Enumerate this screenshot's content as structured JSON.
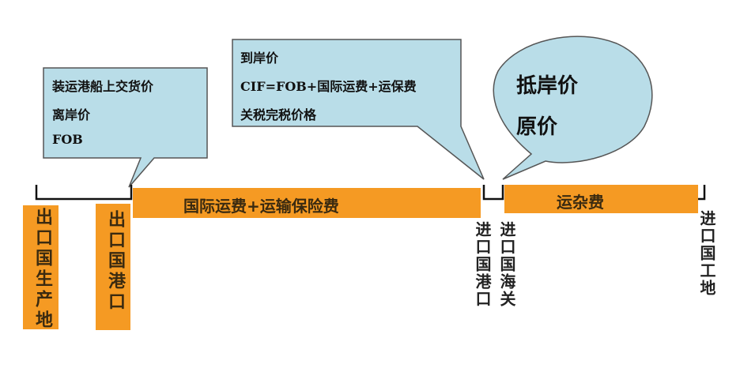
{
  "callouts": {
    "export_port": {
      "line1": "装运港船上交货价",
      "line2": "离岸价",
      "line3": "FOB"
    },
    "import_port": {
      "line1": "到岸价",
      "line2": "CIF=FOB+国际运费+运保费",
      "line3": "关税完税价格"
    },
    "customs": {
      "line1": "抵岸价",
      "line2": "原价"
    }
  },
  "bars": {
    "international": "国际运费+运输保险费",
    "miscellaneous": "运杂费"
  },
  "nodes": {
    "export_origin": "出口国生产地",
    "export_port": "出口国港口",
    "import_port": "进口国港口",
    "import_customs": "进口国海关",
    "import_site": "进口国工地"
  },
  "colors": {
    "orange": "#f59a23",
    "callout_fill": "#b9dde8",
    "callout_stroke": "#555555"
  }
}
